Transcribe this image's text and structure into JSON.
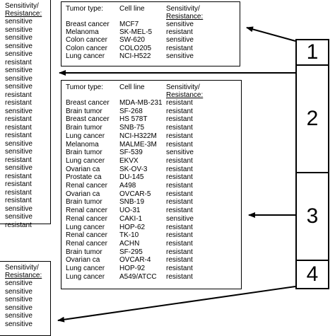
{
  "left_list": {
    "header_line1": "Sensitivity/",
    "header_line2": "Resistance:",
    "items": [
      "sensitive",
      "sensitive",
      "sensitive",
      "sensitive",
      "sensitive",
      "resistant",
      "sensitive",
      "sensitive",
      "sensitive",
      "resistant",
      "resistant",
      "sensitive",
      "resistant",
      "resistant",
      "resistant",
      "sensitive",
      "sensitive",
      "resistant",
      "sensitive",
      "resistant",
      "resistant",
      "resistant",
      "resistant",
      "sensitive",
      "sensitive",
      "resistant"
    ]
  },
  "bottom_list": {
    "header_line1": "Sensitivity/",
    "header_line2": "Resistance:",
    "items": [
      "sensitive",
      "sensitive",
      "sensitive",
      "sensitive",
      "sensitive",
      "sensitive"
    ]
  },
  "table1": {
    "headers": {
      "tumor": "Tumor type:",
      "cell": "Cell line",
      "sens1": "Sensitivity/",
      "sens2": "Resistance:"
    },
    "rows": [
      [
        "Breast cancer",
        "MCF7",
        "sensitive"
      ],
      [
        "Melanoma",
        "SK-MEL-5",
        "resistant"
      ],
      [
        "Colon cancer",
        "SW-620",
        "sensitive"
      ],
      [
        "Colon cancer",
        "COLO205",
        "resistant"
      ],
      [
        "Lung cancer",
        "NCI-H522",
        "sensitive"
      ]
    ]
  },
  "table2": {
    "headers": {
      "tumor": "Tumor type:",
      "cell": "Cell line",
      "sens1": "Sensitivity/",
      "sens2": "Resistance:"
    },
    "rows": [
      [
        "Breast cancer",
        "MDA-MB-231",
        "resistant"
      ],
      [
        "Brain tumor",
        "SF-268",
        "resistant"
      ],
      [
        "Breast cancer",
        "HS 578T",
        "resistant"
      ],
      [
        "Brain tumor",
        "SNB-75",
        "resistant"
      ],
      [
        "Lung cancer",
        "NCI-H322M",
        "resistant"
      ],
      [
        "Melanoma",
        "MALME-3M",
        "resistant"
      ],
      [
        "Brain tumor",
        "SF-539",
        "sensitive"
      ],
      [
        "Lung cancer",
        "EKVX",
        "resistant"
      ],
      [
        "Ovarian ca",
        "SK-OV-3",
        "resistant"
      ],
      [
        "Prostate ca",
        "DU-145",
        "resistant"
      ],
      [
        "Renal cancer",
        "A498",
        "resistant"
      ],
      [
        "Ovarian ca",
        "OVCAR-5",
        "resistant"
      ],
      [
        "Brain tumor",
        "SNB-19",
        "resistant"
      ],
      [
        "Renal cancer",
        "UO-31",
        "resistant"
      ],
      [
        "Renal cancer",
        "CAKI-1",
        "sensitive"
      ],
      [
        "Lung cancer",
        "HOP-62",
        "resistant"
      ],
      [
        "Renal cancer",
        "TK-10",
        "resistant"
      ],
      [
        "Renal cancer",
        "ACHN",
        "resistant"
      ],
      [
        "Brain tumor",
        "SF-295",
        "resistant"
      ],
      [
        "Ovarian ca",
        "OVCAR-4",
        "resistant"
      ],
      [
        "Lung cancer",
        "HOP-92",
        "resistant"
      ],
      [
        "Lung cancer",
        "A549/ATCC",
        "resistant"
      ]
    ]
  },
  "groups": [
    "1",
    "2",
    "3",
    "4"
  ]
}
